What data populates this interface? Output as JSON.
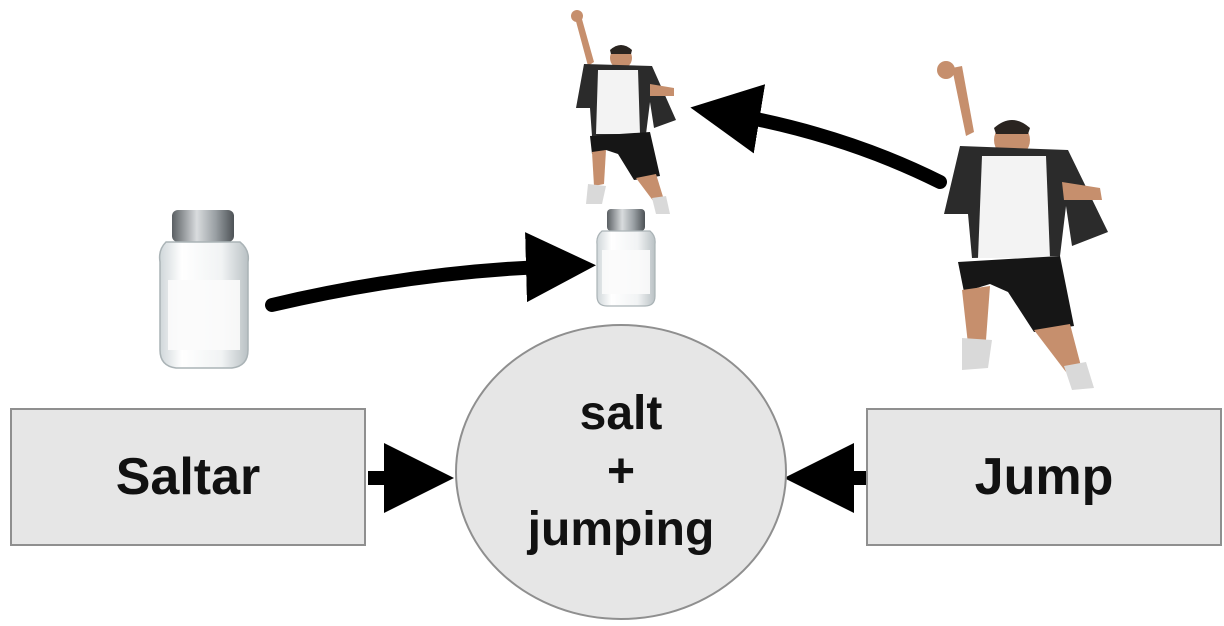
{
  "boxes": {
    "left_label": "Saltar",
    "right_label": "Jump"
  },
  "circle": {
    "line1": "salt",
    "line2": "+",
    "line3": "jumping"
  },
  "colors": {
    "box_fill": "#e6e6e6",
    "box_border": "#8f8f8f",
    "arrow": "#000000",
    "text": "#111111"
  },
  "icons": [
    "salt-shaker-icon",
    "jumping-man-icon",
    "curved-arrow-icon"
  ]
}
